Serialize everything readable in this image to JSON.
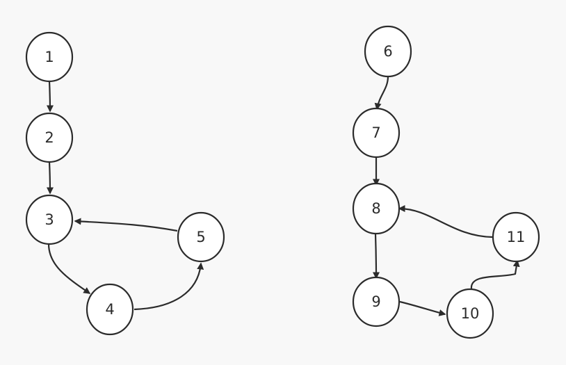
{
  "diagram": {
    "nodes": [
      {
        "id": "n1",
        "label": "1"
      },
      {
        "id": "n2",
        "label": "2"
      },
      {
        "id": "n3",
        "label": "3"
      },
      {
        "id": "n4",
        "label": "4"
      },
      {
        "id": "n5",
        "label": "5"
      },
      {
        "id": "n6",
        "label": "6"
      },
      {
        "id": "n7",
        "label": "7"
      },
      {
        "id": "n8",
        "label": "8"
      },
      {
        "id": "n9",
        "label": "9"
      },
      {
        "id": "n10",
        "label": "10"
      },
      {
        "id": "n11",
        "label": "11"
      }
    ],
    "edges": [
      {
        "from": "1",
        "to": "2"
      },
      {
        "from": "2",
        "to": "3"
      },
      {
        "from": "3",
        "to": "4"
      },
      {
        "from": "4",
        "to": "5"
      },
      {
        "from": "5",
        "to": "3"
      },
      {
        "from": "6",
        "to": "7"
      },
      {
        "from": "7",
        "to": "8"
      },
      {
        "from": "8",
        "to": "9"
      },
      {
        "from": "9",
        "to": "10"
      },
      {
        "from": "10",
        "to": "11"
      },
      {
        "from": "11",
        "to": "8"
      }
    ],
    "colors": {
      "background": "#f8f8f8",
      "stroke": "#2b2b2b",
      "node_fill": "#ffffff"
    }
  }
}
